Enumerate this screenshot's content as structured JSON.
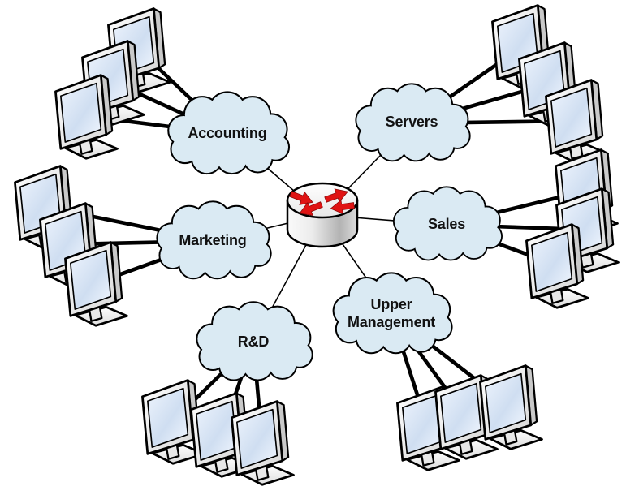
{
  "router": {
    "icon": "router-icon",
    "connects_to": [
      "Accounting",
      "Servers",
      "Marketing",
      "Sales",
      "R&D",
      "Upper Management"
    ]
  },
  "clouds": [
    {
      "label": "Accounting",
      "workstations": 3
    },
    {
      "label": "Servers",
      "workstations": 3
    },
    {
      "label": "Marketing",
      "workstations": 3
    },
    {
      "label": "Sales",
      "workstations": 3
    },
    {
      "label": "R&D",
      "workstations": 3
    },
    {
      "label": "Upper Management",
      "workstations": 3
    }
  ],
  "icons": {
    "hub": "router-icon",
    "network_segment": "cloud-icon",
    "workstation": "monitor-icon"
  },
  "colors": {
    "cloud_fill": "#daeaf3",
    "outline": "#000000",
    "arrow_red": "#e01414",
    "screen_tint": "#d8e6f6"
  }
}
